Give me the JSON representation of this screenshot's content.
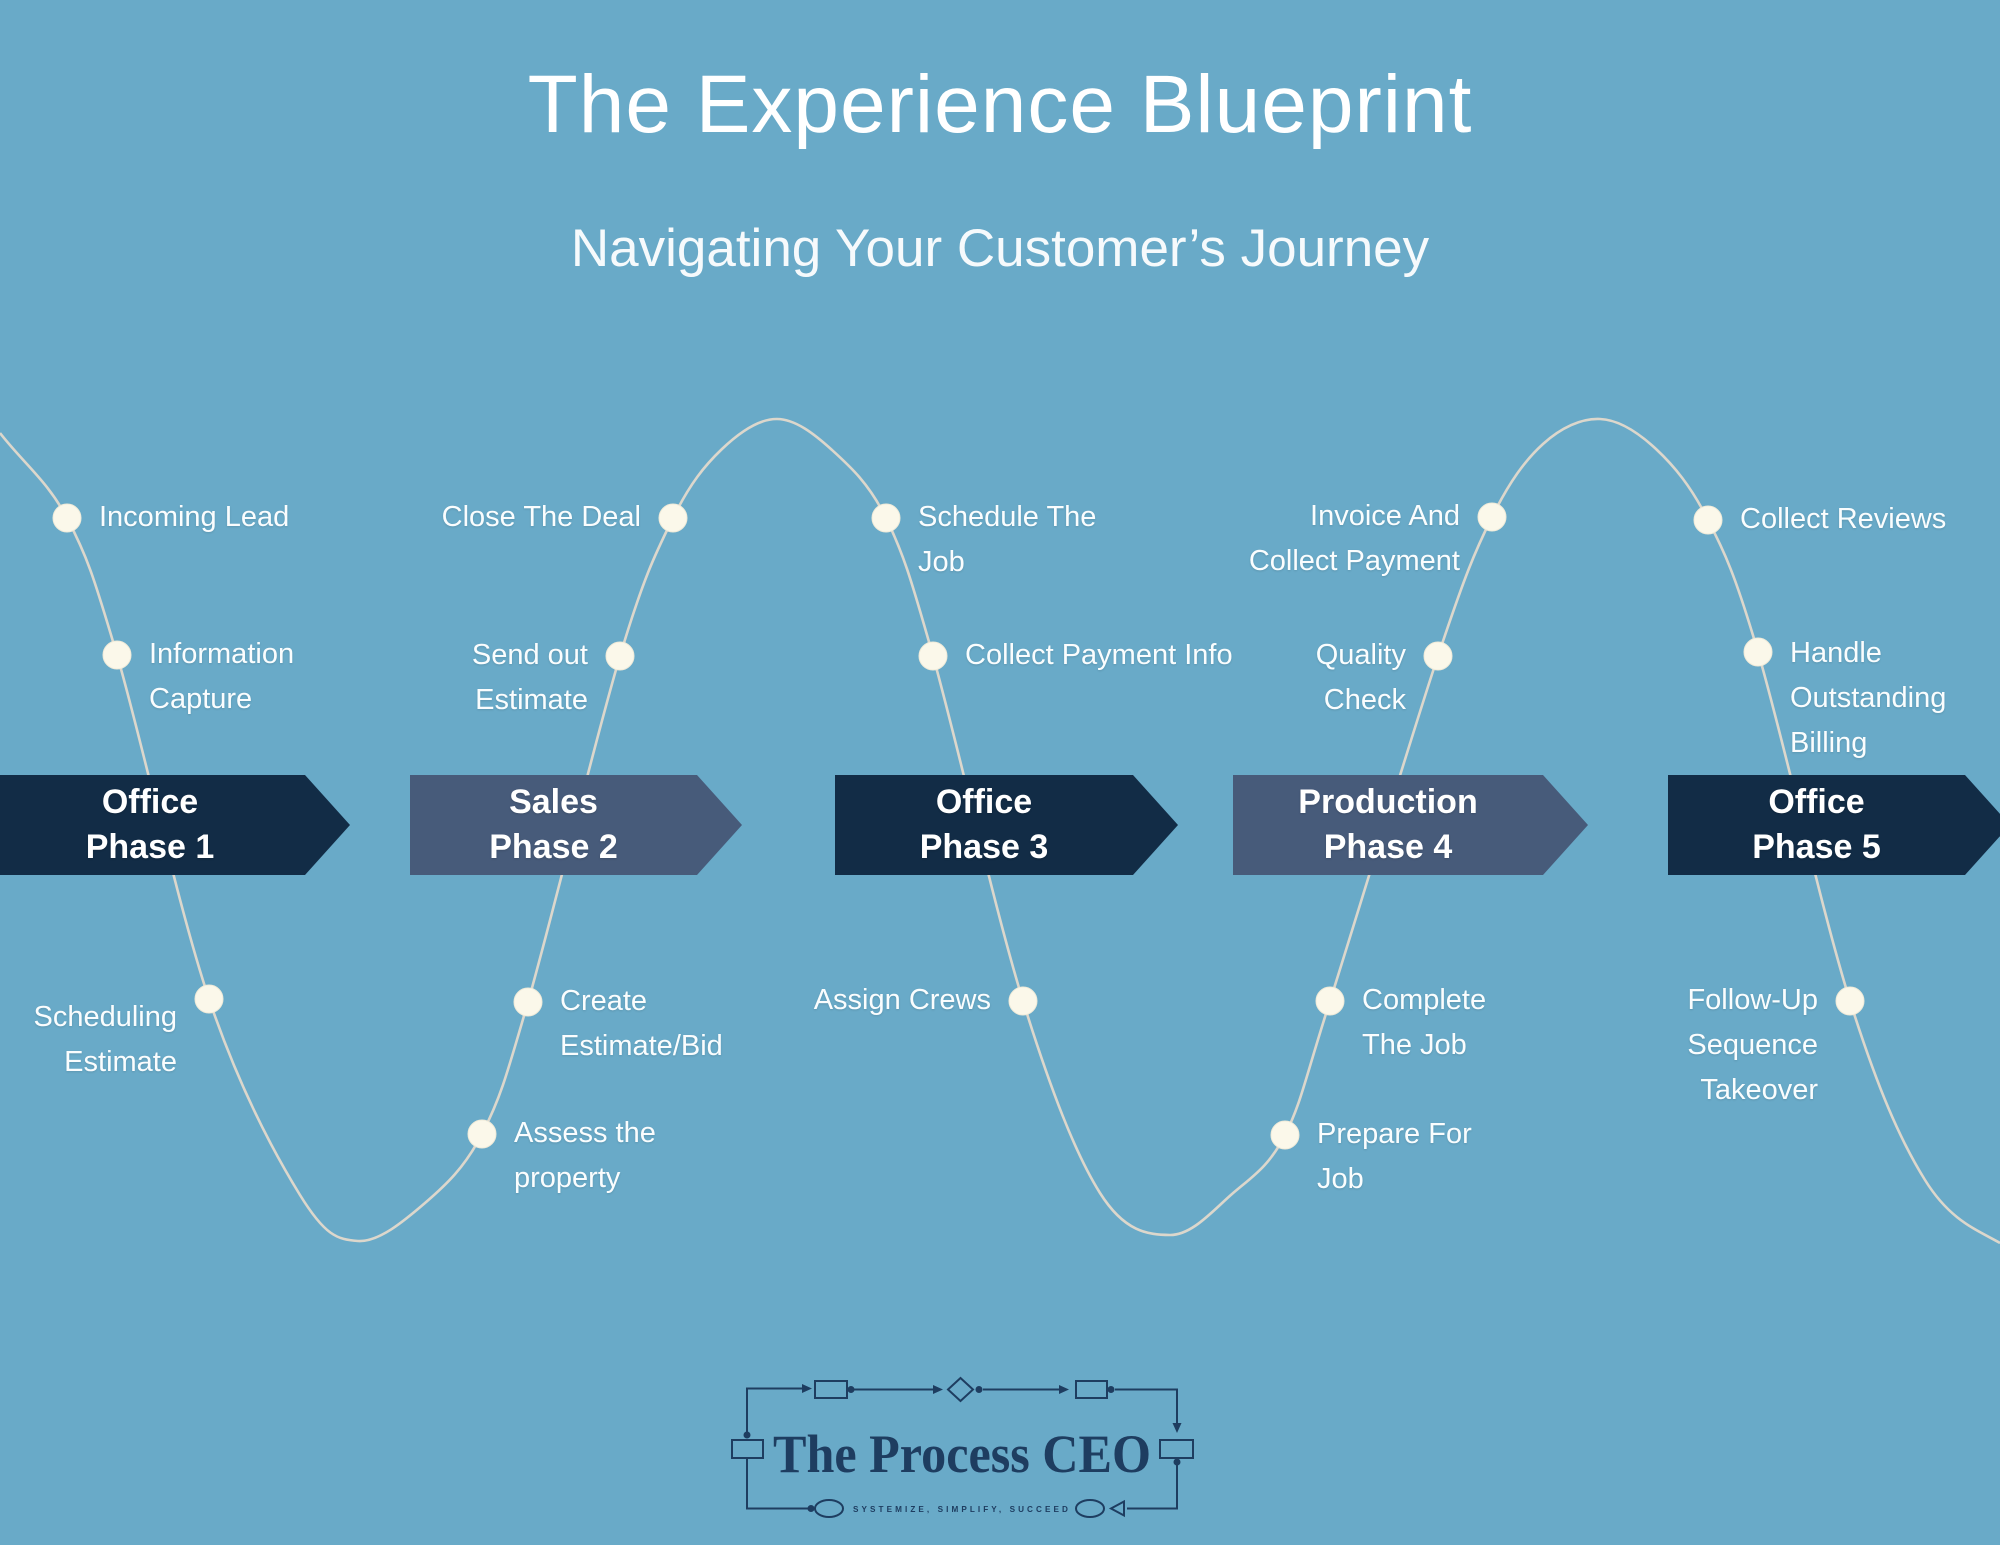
{
  "header": {
    "title": "The Experience Blueprint",
    "subtitle": "Navigating Your Customer’s Journey"
  },
  "phases": [
    {
      "department": "Office",
      "phase": "Phase 1",
      "color": "#122c46"
    },
    {
      "department": "Sales",
      "phase": "Phase 2",
      "color": "#475b7a"
    },
    {
      "department": "Office",
      "phase": "Phase 3",
      "color": "#122c46"
    },
    {
      "department": "Production",
      "phase": "Phase 4",
      "color": "#475b7a"
    },
    {
      "department": "Office",
      "phase": "Phase 5",
      "color": "#122c46"
    }
  ],
  "steps": [
    {
      "lines": [
        "Incoming Lead"
      ]
    },
    {
      "lines": [
        "Information",
        "Capture"
      ]
    },
    {
      "lines": [
        "Scheduling",
        "Estimate"
      ]
    },
    {
      "lines": [
        "Assess the",
        "property"
      ]
    },
    {
      "lines": [
        "Create",
        "Estimate/Bid"
      ]
    },
    {
      "lines": [
        "Send out",
        "Estimate"
      ]
    },
    {
      "lines": [
        "Close The Deal"
      ]
    },
    {
      "lines": [
        "Schedule The",
        "Job"
      ]
    },
    {
      "lines": [
        "Collect Payment Info"
      ]
    },
    {
      "lines": [
        "Assign Crews"
      ]
    },
    {
      "lines": [
        "Prepare For",
        "Job"
      ]
    },
    {
      "lines": [
        "Complete",
        "The Job"
      ]
    },
    {
      "lines": [
        "Quality",
        "Check"
      ]
    },
    {
      "lines": [
        "Invoice And",
        "Collect Payment"
      ]
    },
    {
      "lines": [
        "Collect Reviews"
      ]
    },
    {
      "lines": [
        "Handle",
        "Outstanding",
        "Billing"
      ]
    },
    {
      "lines": [
        "Follow-Up",
        "Sequence",
        "Takeover"
      ]
    }
  ],
  "logo": {
    "wordmark": "The Process CEO",
    "tagline": "SYSTEMIZE, SIMPLIFY, SUCCEED"
  },
  "colors": {
    "background": "#69aac8",
    "banner_navy": "#122c46",
    "banner_slate": "#475b7a",
    "wave_line": "#dcd7cc",
    "dot_fill": "#fbf8ea",
    "text_white": "#ffffff",
    "logo_navy": "#1e3d60"
  }
}
